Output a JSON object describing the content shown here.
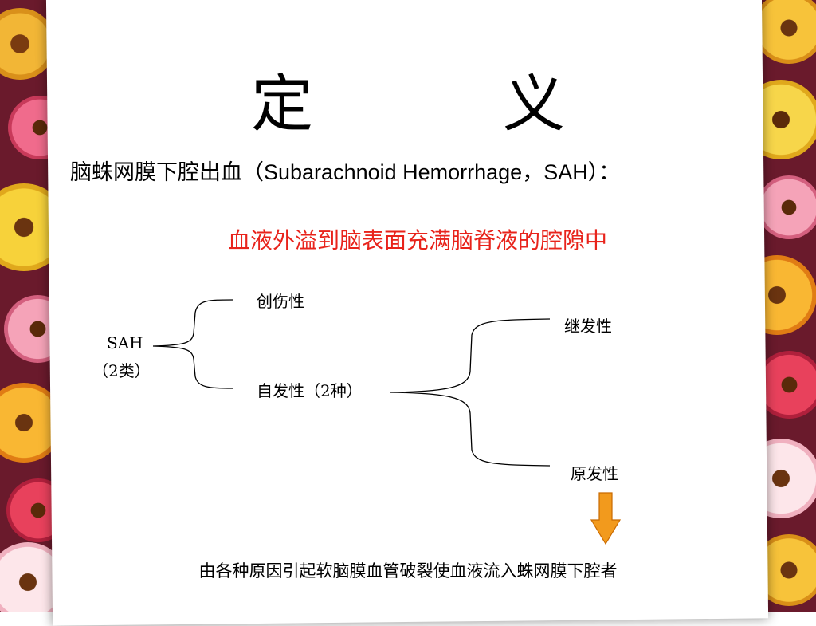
{
  "title": "定　义",
  "definition": {
    "prefix": "脑蛛网膜下腔出血（",
    "latin": "Subarachnoid Hemorrhage，SAH",
    "suffix": "）："
  },
  "description": "血液外溢到脑表面充满脑脊液的腔隙中",
  "tree": {
    "root_line1": "SAH",
    "root_line2": "（2类）",
    "branch_traumatic": "创伤性",
    "branch_spontaneous": "自发性（2种）",
    "sub_secondary": "继发性",
    "sub_primary": "原发性"
  },
  "footer": "由各种原因引起软脑膜血管破裂使血液流入蛛网膜下腔者",
  "colors": {
    "accent_red": "#e8231b",
    "arrow_orange": "#f29a1d",
    "arrow_stroke": "#c96a00",
    "border": "#6a1a2c"
  }
}
